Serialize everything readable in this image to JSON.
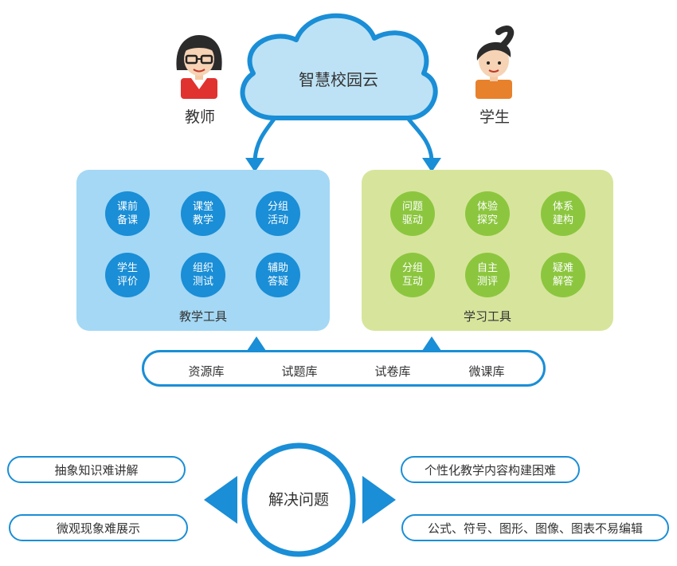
{
  "cloud": {
    "label": "智慧校园云"
  },
  "people": {
    "teacher": {
      "label": "教师"
    },
    "student": {
      "label": "学生"
    }
  },
  "teaching_tools": {
    "label": "教学工具",
    "items": [
      "课前\n备课",
      "课堂\n教学",
      "分组\n活动",
      "学生\n评价",
      "组织\n测试",
      "辅助\n答疑"
    ]
  },
  "learning_tools": {
    "label": "学习工具",
    "items": [
      "问题\n驱动",
      "体验\n探究",
      "体系\n建构",
      "分组\n互动",
      "自主\n测评",
      "疑难\n解答"
    ]
  },
  "resources": [
    "资源库",
    "试题库",
    "试卷库",
    "微课库"
  ],
  "center": {
    "label": "解决问题"
  },
  "problems_left": [
    "抽象知识难讲解",
    "微观现象难展示"
  ],
  "problems_right": [
    "个性化教学内容构建困难",
    "公式、符号、图形、图像、图表不易编辑"
  ],
  "colors": {
    "blue": "#1a8ed6",
    "light_blue": "#a4d8f5",
    "green": "#8cc63f",
    "light_green": "#d7e59c",
    "cloud_fill": "#bde2f5"
  }
}
